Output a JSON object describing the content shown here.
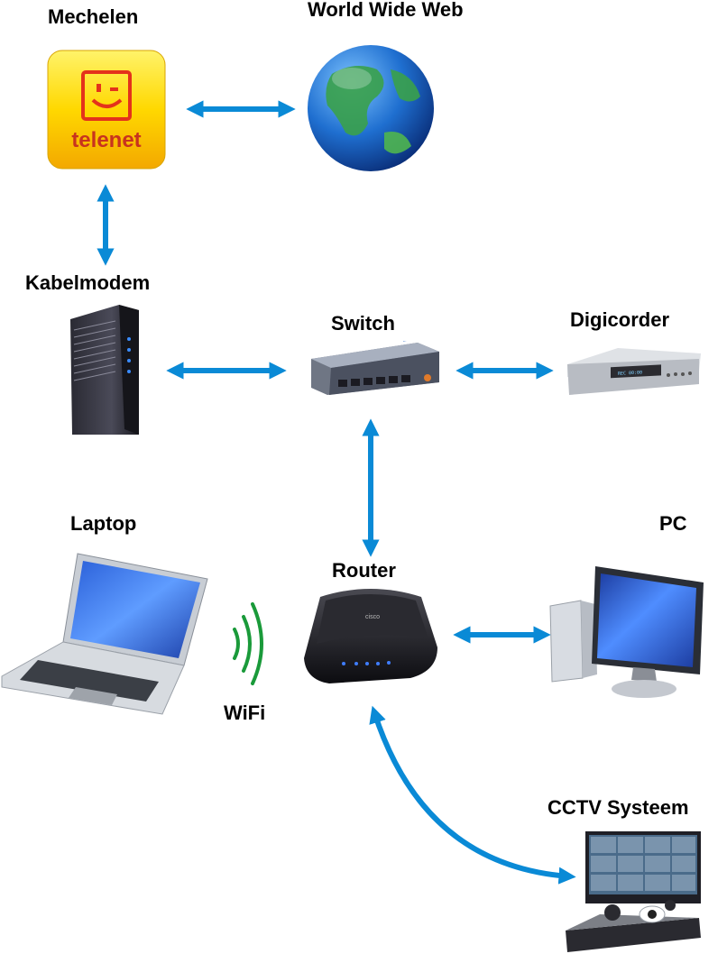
{
  "labels": {
    "mechelen": "Mechelen",
    "www": "World Wide Web",
    "kabelmodem": "Kabelmodem",
    "switch": "Switch",
    "digicorder": "Digicorder",
    "laptop": "Laptop",
    "pc": "PC",
    "router": "Router",
    "wifi": "WiFi",
    "cctv": "CCTV Systeem"
  },
  "telenet_logo_text": "telenet",
  "colors": {
    "arrow": "#0a8ad6",
    "wifi": "#1a9a3a",
    "telenet_yellow": "#ffd400",
    "globe_ocean": "#1f6fd0",
    "globe_land": "#3aa14a"
  },
  "icons": [
    "telenet-logo-icon",
    "globe-icon",
    "cable-modem-icon",
    "switch-icon",
    "digicorder-icon",
    "laptop-icon",
    "wifi-icon",
    "router-icon",
    "pc-icon",
    "cctv-icon"
  ]
}
